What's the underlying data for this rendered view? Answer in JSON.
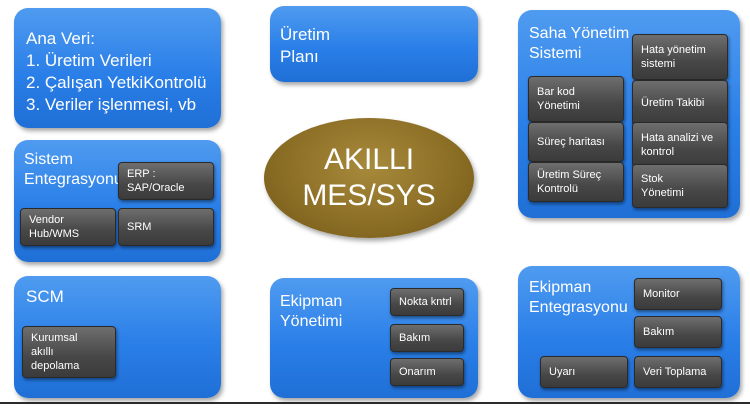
{
  "ana_veri": {
    "title": "Ana Veri:",
    "lines": [
      "1. Üretim Verileri",
      "2. Çalışan YetkiKontrolü",
      "3. Veriler işlenmesi, vb"
    ]
  },
  "uretim_plani": {
    "title": "Üretim\nPlanı"
  },
  "saha": {
    "title": "Saha Yönetim\nSistemi",
    "items": [
      "Hata yönetim\nsistemi",
      "Bar kod\nYönetimi",
      "Üretim Takibi",
      "Süreç haritası",
      "Hata analizi ve\nkontrol",
      "Üretim Süreç\nKontrolü",
      "Stok\nYönetimi"
    ]
  },
  "sistem": {
    "title": "Sistem\nEntegrasyonu",
    "items": [
      "ERP :\nSAP/Oracle",
      "Vendor\nHub/WMS",
      "SRM"
    ]
  },
  "center": {
    "label": "AKILLI\nMES/SYS"
  },
  "scm": {
    "title": "SCM",
    "items": [
      "Kurumsal\nakıllı\ndepolama"
    ]
  },
  "ekipman_yonetimi": {
    "title": "Ekipman\nYönetimi",
    "items": [
      "Nokta kntrl",
      "Bakım",
      "Onarım"
    ]
  },
  "ekipman_entegrasyonu": {
    "title": "Ekipman\nEntegrasyonu",
    "items": [
      "Monitor",
      "Bakım",
      "Uyarı",
      "Veri Toplama"
    ]
  },
  "colors": {
    "panel_blue": "#2a7fe8",
    "dark_box": "#474747",
    "center_gold": "#8a6d24"
  }
}
